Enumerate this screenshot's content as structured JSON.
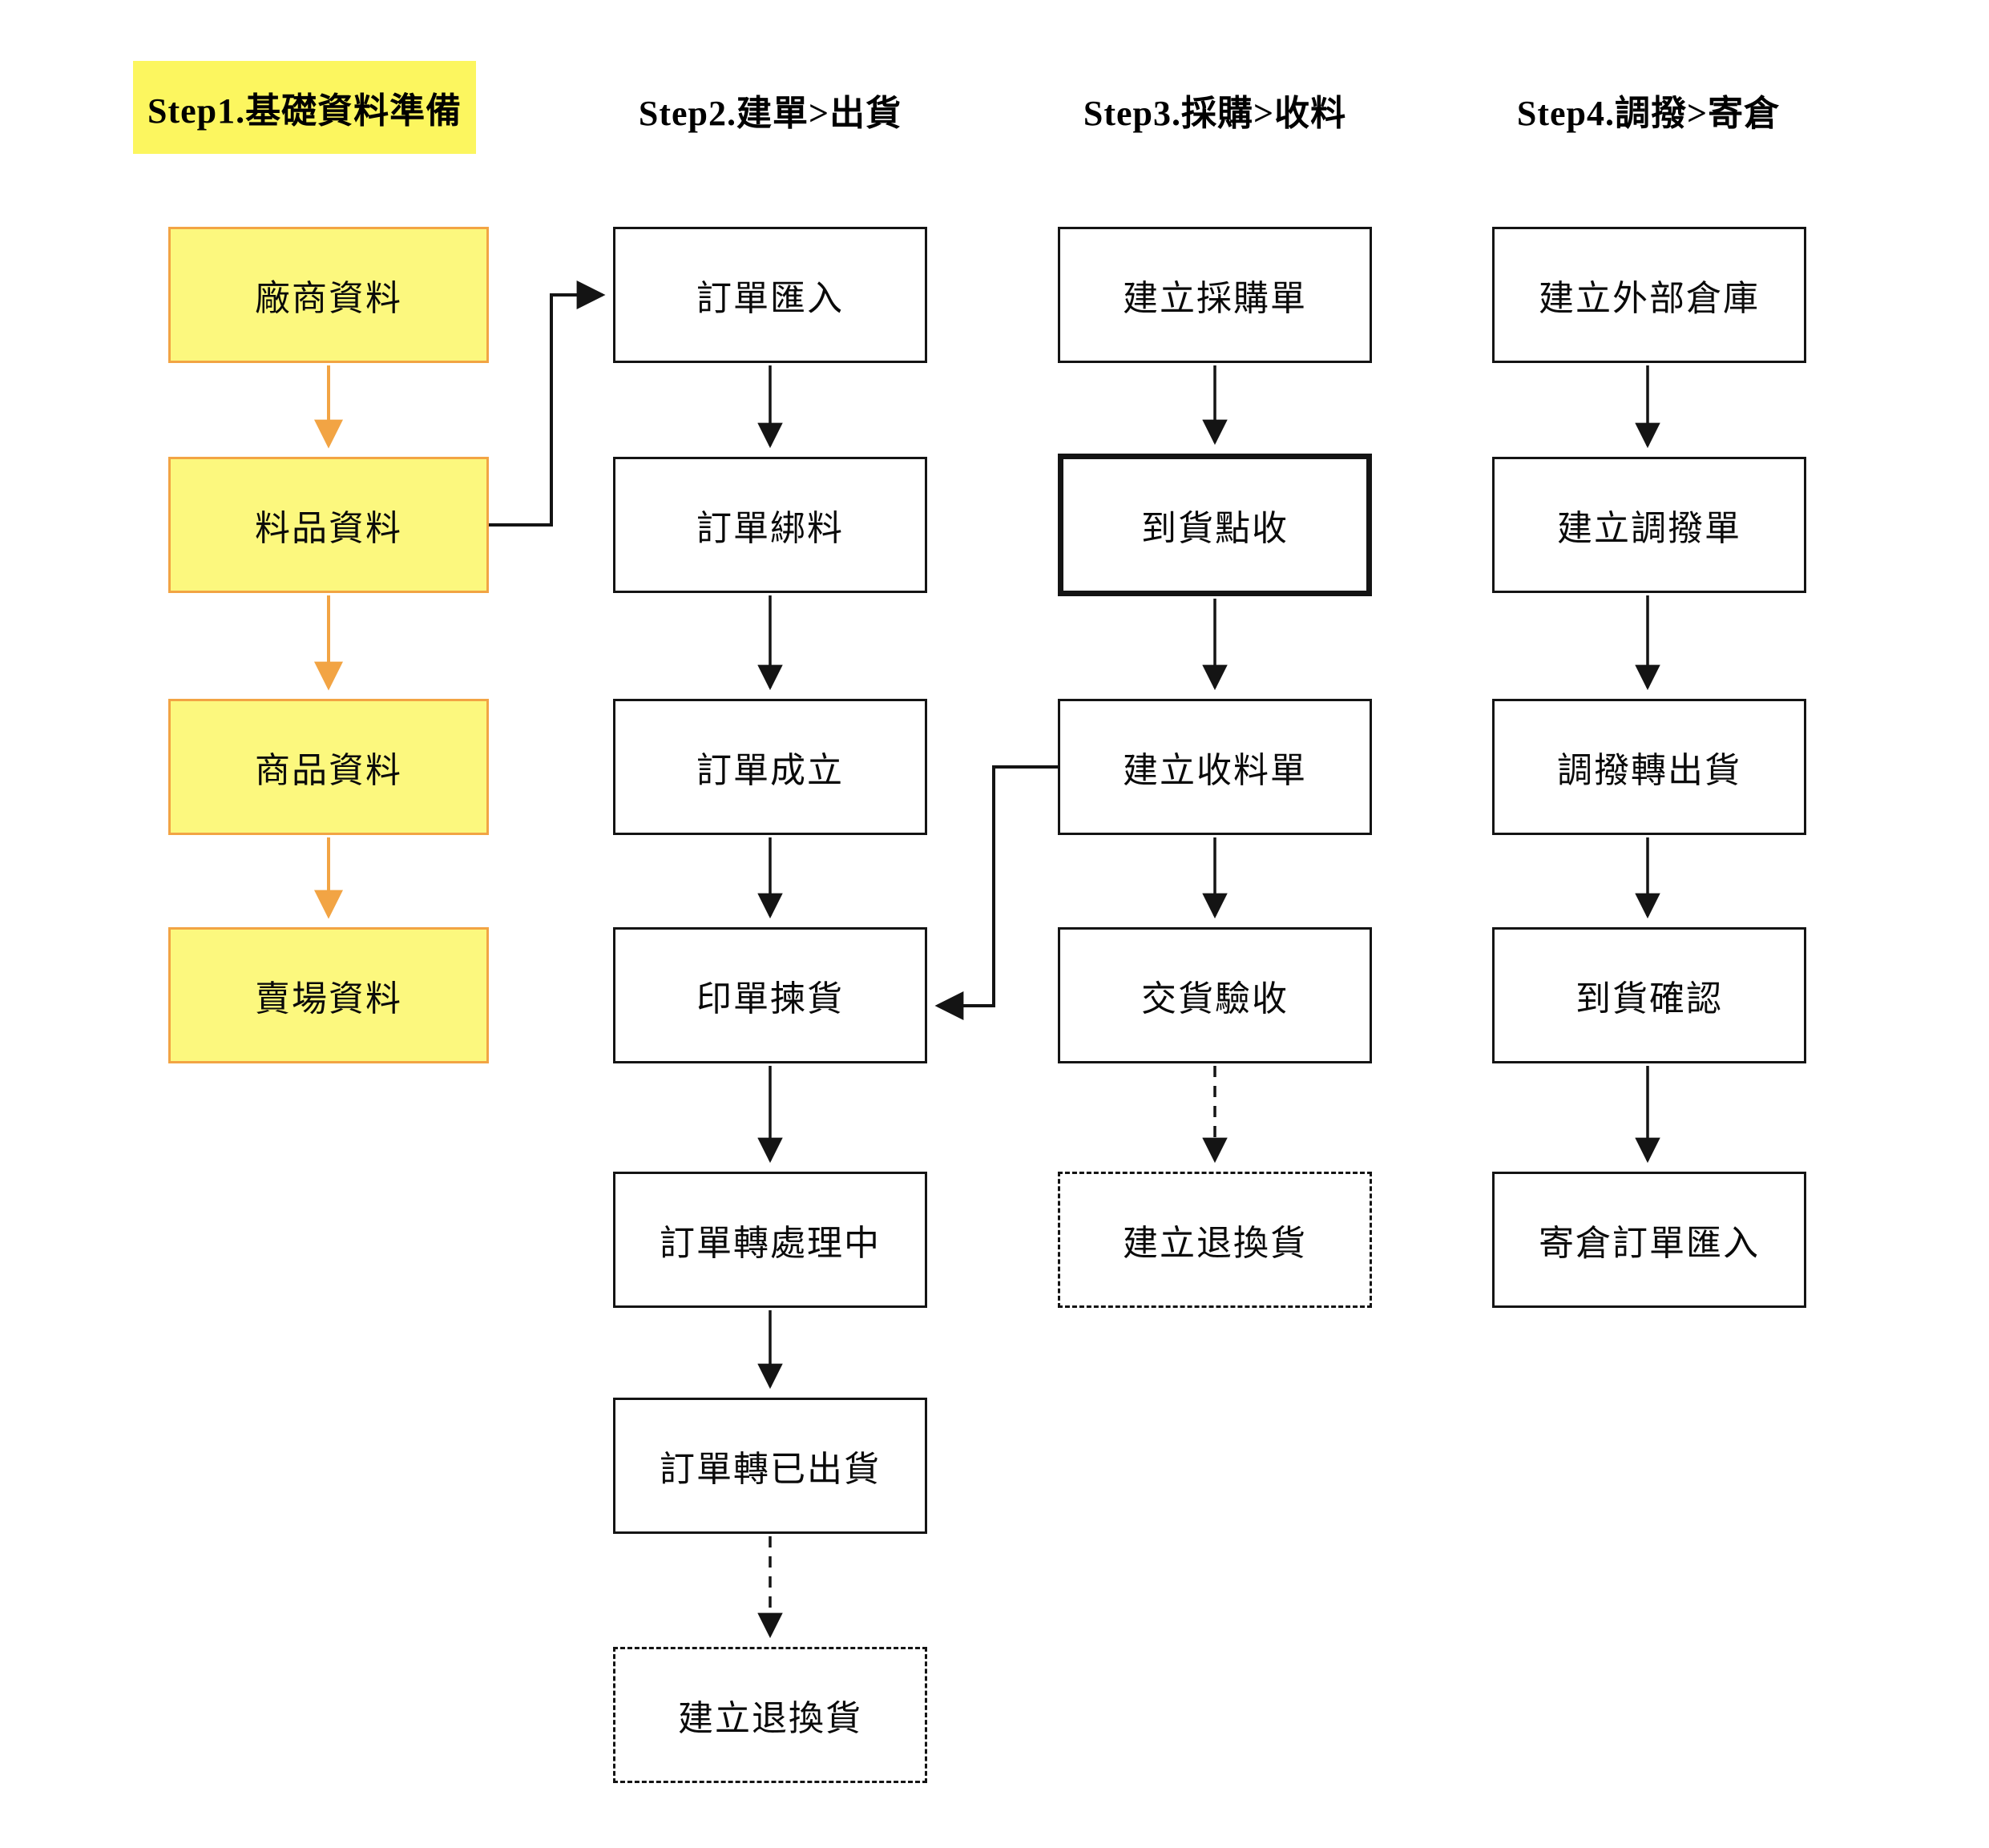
{
  "diagram": {
    "columns": [
      {
        "header": "Step1.基礎資料準備",
        "highlighted": true,
        "boxes": [
          {
            "label": "廠商資料",
            "style": "yellow"
          },
          {
            "label": "料品資料",
            "style": "yellow"
          },
          {
            "label": "商品資料",
            "style": "yellow"
          },
          {
            "label": "賣場資料",
            "style": "yellow"
          }
        ]
      },
      {
        "header": "Step2.建單>出貨",
        "highlighted": false,
        "boxes": [
          {
            "label": "訂單匯入",
            "style": "normal"
          },
          {
            "label": "訂單綁料",
            "style": "normal"
          },
          {
            "label": "訂單成立",
            "style": "normal"
          },
          {
            "label": "印單揀貨",
            "style": "normal"
          },
          {
            "label": "訂單轉處理中",
            "style": "normal"
          },
          {
            "label": "訂單轉已出貨",
            "style": "normal"
          },
          {
            "label": "建立退換貨",
            "style": "dashed"
          }
        ]
      },
      {
        "header": "Step3.採購>收料",
        "highlighted": false,
        "boxes": [
          {
            "label": "建立採購單",
            "style": "normal"
          },
          {
            "label": "到貨點收",
            "style": "thick-border"
          },
          {
            "label": "建立收料單",
            "style": "normal"
          },
          {
            "label": "交貨驗收",
            "style": "normal"
          },
          {
            "label": "建立退換貨",
            "style": "dashed"
          }
        ]
      },
      {
        "header": "Step4.調撥>寄倉",
        "highlighted": false,
        "boxes": [
          {
            "label": "建立外部倉庫",
            "style": "normal"
          },
          {
            "label": "建立調撥單",
            "style": "normal"
          },
          {
            "label": "調撥轉出貨",
            "style": "normal"
          },
          {
            "label": "到貨確認",
            "style": "normal"
          },
          {
            "label": "寄倉訂單匯入",
            "style": "normal"
          }
        ]
      }
    ],
    "colors": {
      "yellow_box_fill": "#FCF87E",
      "yellow_box_border": "#F2A444",
      "orange_arrow": "#F2A444",
      "header_highlight": "#FCF65F",
      "black_line": "#141414",
      "white_box_fill": "#FFFFFF"
    }
  }
}
